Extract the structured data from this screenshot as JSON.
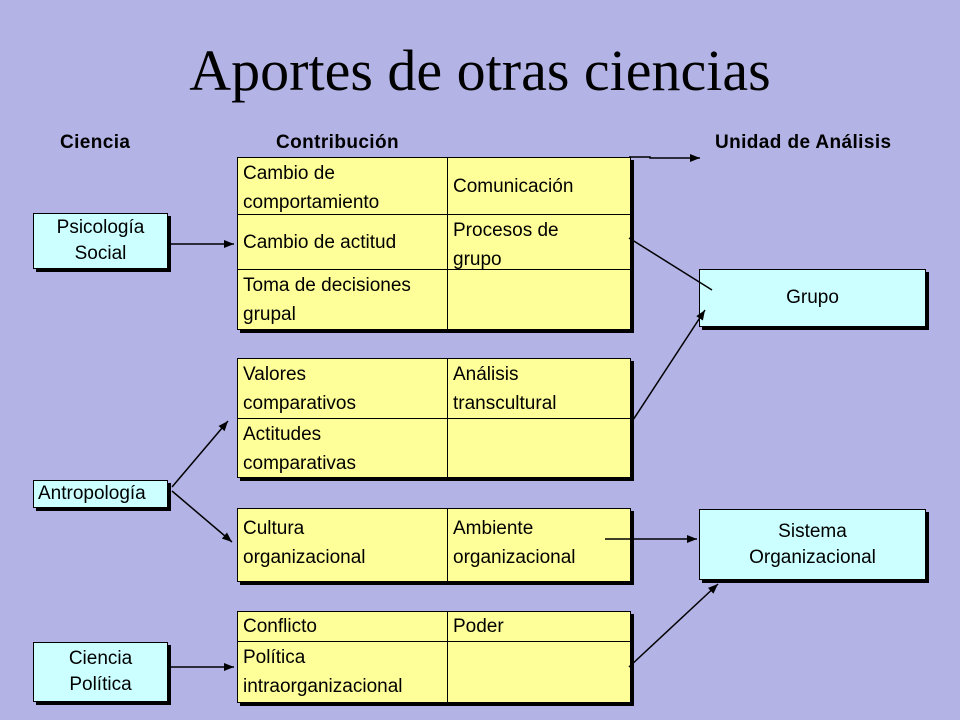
{
  "title": "Aportes de otras ciencias",
  "headers": {
    "ciencia": "Ciencia",
    "contribucion": "Contribución",
    "unidad": "Unidad de Análisis"
  },
  "sciences": {
    "psicologia": [
      "Psicología",
      "Social"
    ],
    "antropologia": "Antropología",
    "ciencia_politica": [
      "Ciencia",
      "Política"
    ]
  },
  "contributions": {
    "psicologia": [
      [
        "Cambio de",
        "comportamiento"
      ],
      [
        "Comunicación"
      ],
      [
        "Cambio de actitud"
      ],
      [
        "Procesos de",
        "grupo"
      ],
      [
        "Toma de decisiones",
        "grupal"
      ],
      []
    ],
    "antropologia_1": [
      [
        "Valores",
        "comparativos"
      ],
      [
        "Análisis",
        "transcultural"
      ],
      [
        "Actitudes",
        "comparativas"
      ],
      []
    ],
    "antropologia_2": [
      [
        "Cultura",
        "organizacional"
      ],
      [
        "Ambiente",
        "organizacional"
      ]
    ],
    "politica": [
      [
        "Conflicto"
      ],
      [
        "Poder"
      ],
      [
        "Política",
        "intraorganizacional"
      ],
      []
    ]
  },
  "units": {
    "grupo": "Grupo",
    "sistema": [
      "Sistema",
      "Organizacional"
    ]
  }
}
